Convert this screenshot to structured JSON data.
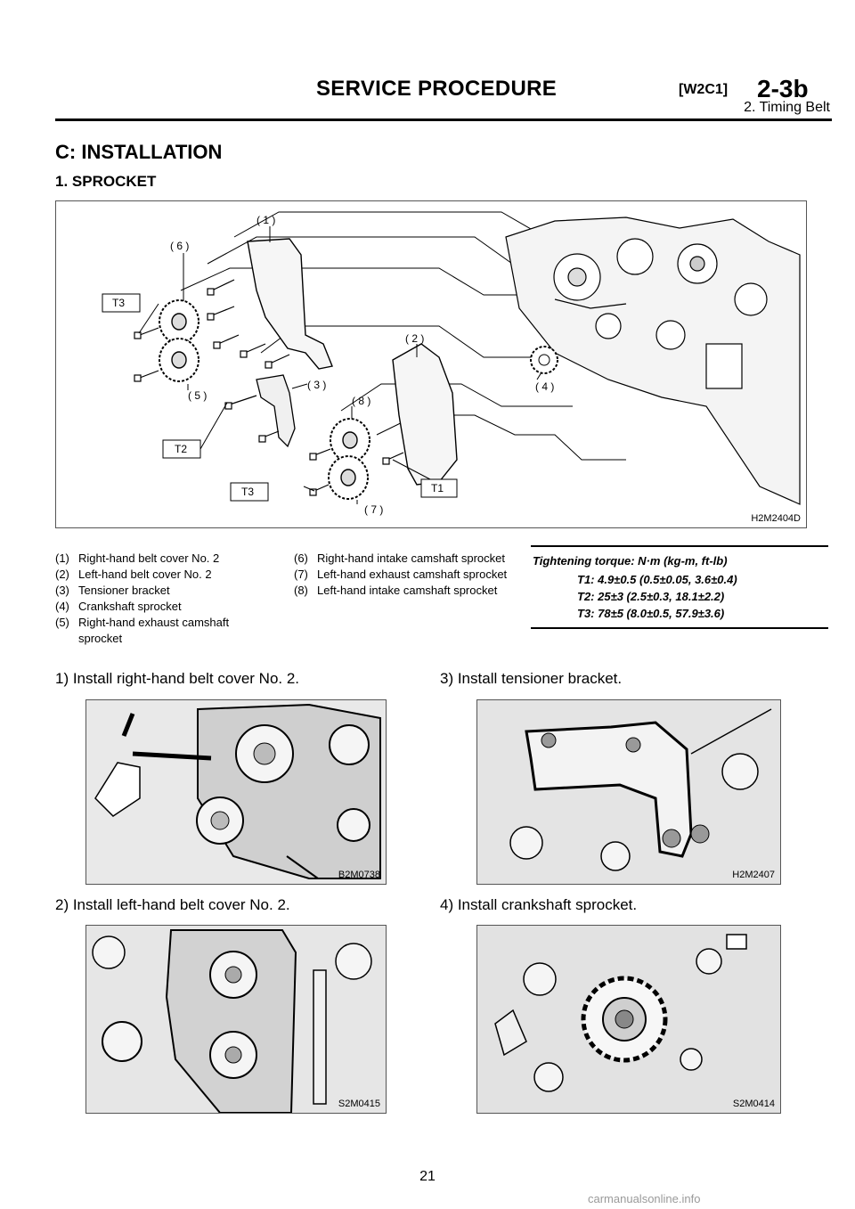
{
  "header": {
    "title": "SERVICE PROCEDURE",
    "code": "[W2C1]",
    "section": "2-3b",
    "subtitle": "2. Timing Belt"
  },
  "headings": {
    "installation": "C: INSTALLATION",
    "sprocket": "1. SPROCKET"
  },
  "main_figure": {
    "code": "H2M2404D",
    "callouts": [
      "( 1 )",
      "( 2 )",
      "( 3 )",
      "( 4 )",
      "( 5 )",
      "( 6 )",
      "( 7 )",
      "( 8 )"
    ],
    "torque_tags": [
      "T1",
      "T2",
      "T3"
    ]
  },
  "legend": {
    "col1": [
      {
        "num": "(1)",
        "text": "Right-hand belt cover No. 2"
      },
      {
        "num": "(2)",
        "text": "Left-hand belt cover No. 2"
      },
      {
        "num": "(3)",
        "text": "Tensioner bracket"
      },
      {
        "num": "(4)",
        "text": "Crankshaft sprocket"
      },
      {
        "num": "(5)",
        "text": "Right-hand exhaust camshaft sprocket"
      }
    ],
    "col2": [
      {
        "num": "(6)",
        "text": "Right-hand intake camshaft sprocket"
      },
      {
        "num": "(7)",
        "text": "Left-hand exhaust camshaft sprocket"
      },
      {
        "num": "(8)",
        "text": "Left-hand intake camshaft sprocket"
      }
    ]
  },
  "torque": {
    "title": "Tightening torque: N·m (kg-m, ft-lb)",
    "lines": [
      "T1: 4.9±0.5 (0.5±0.05, 3.6±0.4)",
      "T2: 25±3 (2.5±0.3, 18.1±2.2)",
      "T3: 78±5 (8.0±0.5, 57.9±3.6)"
    ]
  },
  "steps": [
    {
      "text": "1) Install right-hand belt cover No. 2.",
      "figure_code": "B2M0738"
    },
    {
      "text": "2) Install left-hand belt cover No. 2.",
      "figure_code": "S2M0415"
    },
    {
      "text": "3) Install tensioner bracket.",
      "figure_code": "H2M2407"
    },
    {
      "text": "4) Install crankshaft sprocket.",
      "figure_code": "S2M0414"
    }
  ],
  "page_number": "21",
  "watermark": "carmanualsonline.info"
}
